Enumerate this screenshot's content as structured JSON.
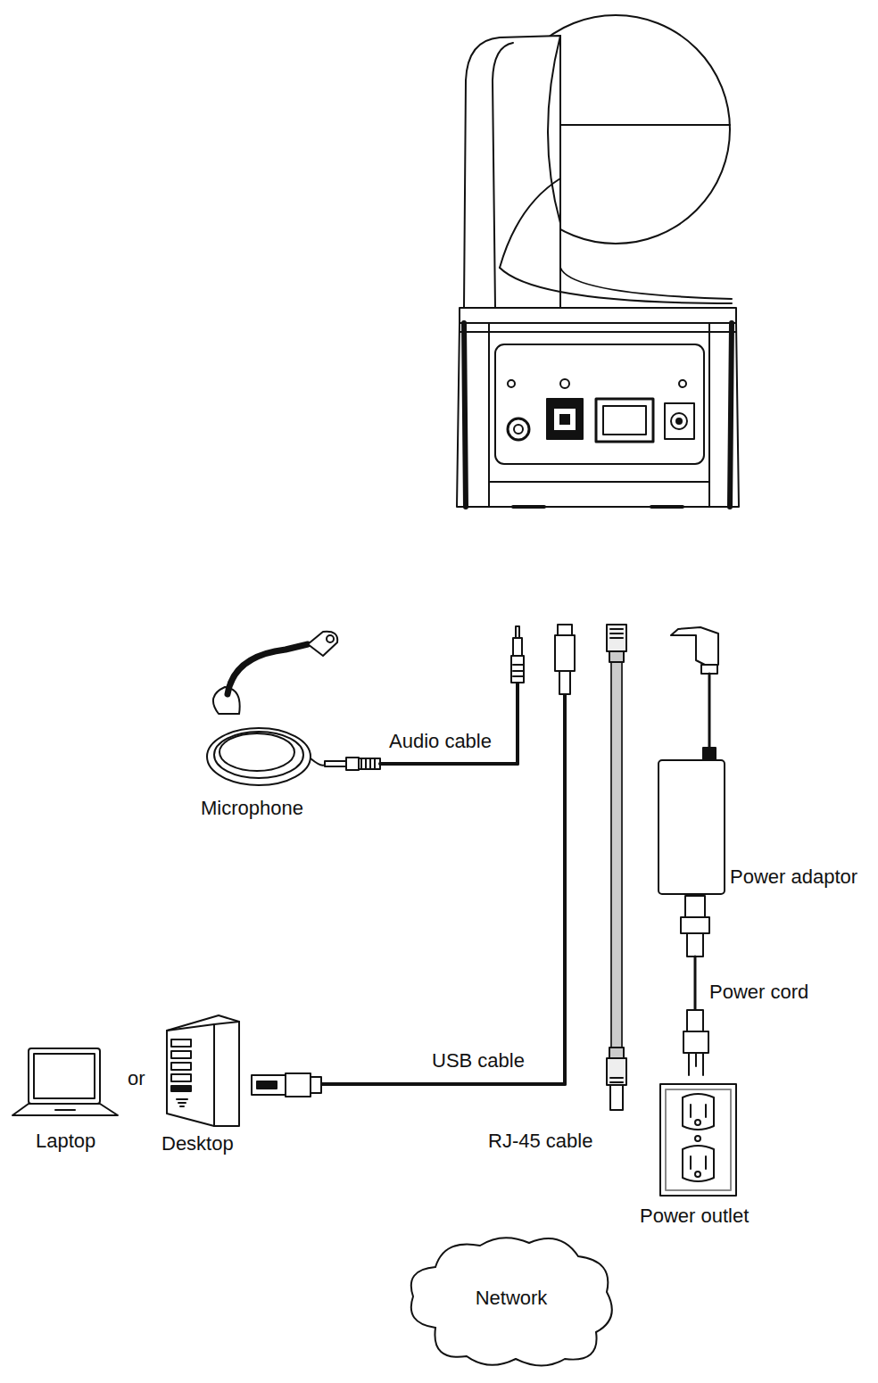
{
  "diagram": {
    "nodes": [
      {
        "text": [
          "Network"
        ]
      }
    ],
    "labels": [
      "Audio cable",
      "Microphone",
      "USB cable",
      "Laptop",
      "or",
      "Desktop",
      "RJ-45 cable",
      "Power adaptor",
      "Power cord",
      "Power outlet"
    ]
  }
}
